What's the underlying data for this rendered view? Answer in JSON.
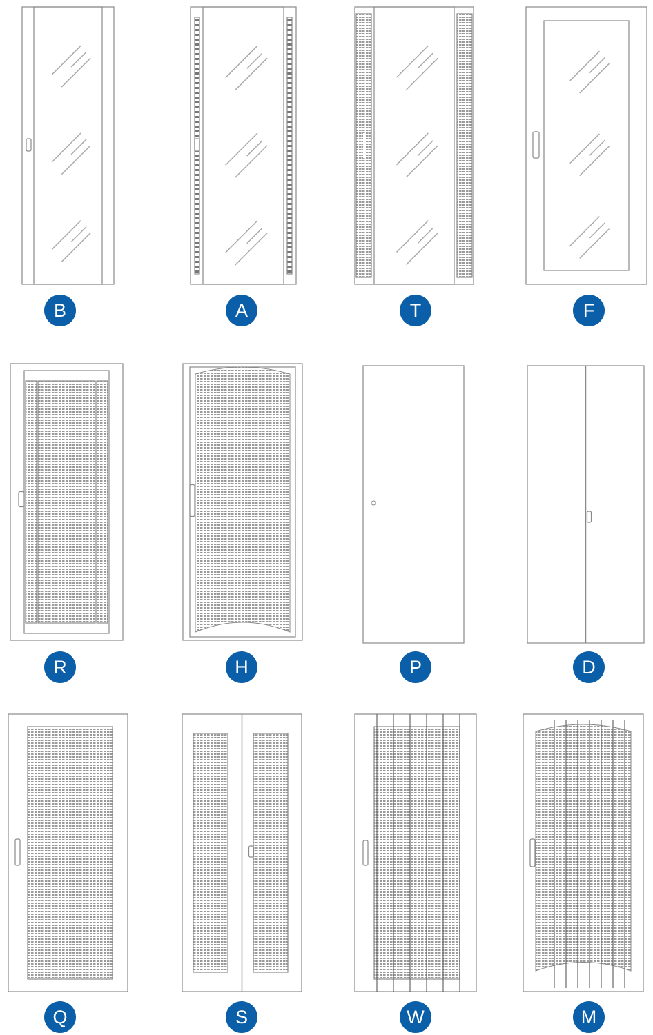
{
  "badge_color": "#0b5fa8",
  "line_color": "#8a8a8a",
  "doors": [
    {
      "label": "B",
      "variant": "glass-plain"
    },
    {
      "label": "A",
      "variant": "glass-vented-sides"
    },
    {
      "label": "T",
      "variant": "glass-perforated-sides"
    },
    {
      "label": "F",
      "variant": "glass-framed"
    },
    {
      "label": "R",
      "variant": "perforated-angled"
    },
    {
      "label": "H",
      "variant": "perforated-curved"
    },
    {
      "label": "P",
      "variant": "solid-single"
    },
    {
      "label": "D",
      "variant": "solid-double"
    },
    {
      "label": "Q",
      "variant": "perforated-single"
    },
    {
      "label": "S",
      "variant": "perforated-double"
    },
    {
      "label": "W",
      "variant": "perforated-striped"
    },
    {
      "label": "M",
      "variant": "perforated-curved-striped"
    }
  ]
}
